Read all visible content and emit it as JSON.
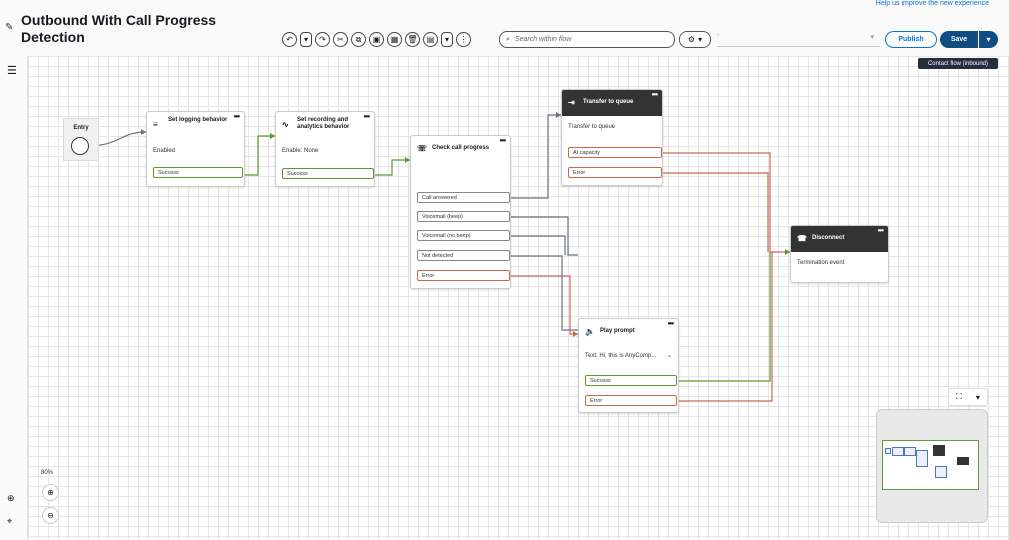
{
  "header": {
    "title": "Outbound With Call Progress Detection",
    "improve_link": "Help us improve the new experience",
    "search_placeholder": "Search within flow",
    "select_value": "-",
    "publish_label": "Publish",
    "save_label": "Save",
    "flow_type": "Contact flow (inbound)"
  },
  "canvas": {
    "zoom": "80%",
    "entry_label": "Entry",
    "blocks": {
      "logging": {
        "title": "Set logging behavior",
        "body": "Enabled",
        "branches": [
          "Success"
        ]
      },
      "recording": {
        "title": "Set recording and analytics behavior",
        "body": "Enable: None",
        "branches": [
          "Success"
        ]
      },
      "progress": {
        "title": "Check call progress",
        "branches": [
          "Call answered",
          "Voicemail (beep)",
          "Voicemail (no beep)",
          "Not detected",
          "Error"
        ]
      },
      "queue": {
        "title": "Transfer to queue",
        "body": "Transfer to queue",
        "branches": [
          "At capacity",
          "Error"
        ]
      },
      "disconnect": {
        "title": "Disconnect",
        "body": "Termination event"
      },
      "prompt": {
        "title": "Play prompt",
        "body": "Text: Hi, this is AnyComp...",
        "branches": [
          "Success",
          "Error"
        ]
      }
    }
  },
  "colors": {
    "accent": "#0972d3",
    "success": "#5c9a2e",
    "error": "#c8694f",
    "dark": "#333333"
  }
}
